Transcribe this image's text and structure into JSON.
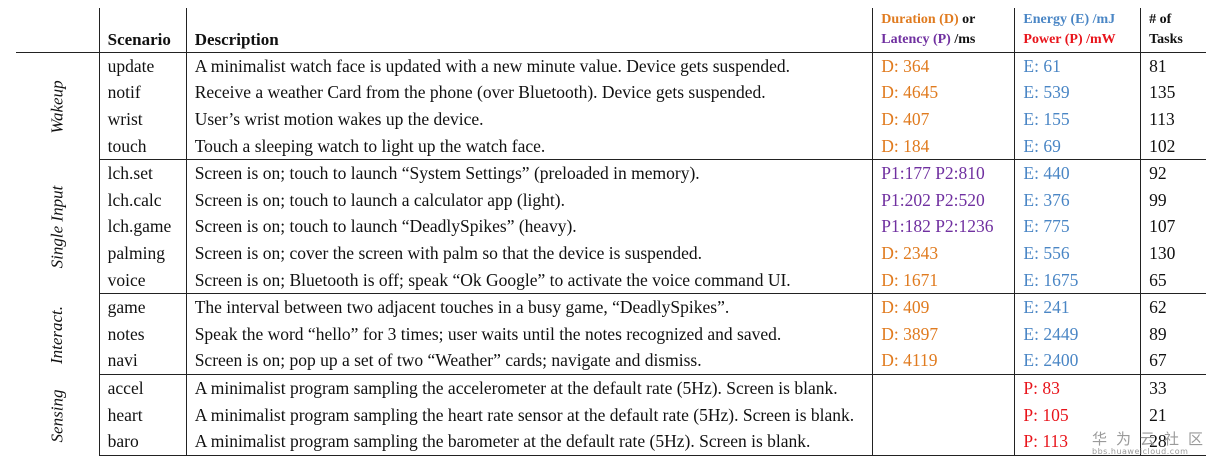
{
  "header": {
    "scenario": "Scenario",
    "description": "Description",
    "duration_line1": "Duration (D)",
    "duration_or": " or",
    "latency_line2": "Latency (P)",
    "latency_unit": " /ms",
    "energy_line1": "Energy (E) /mJ",
    "power_line2": "Power (P) /mW",
    "tasks_line1": "# of",
    "tasks_line2": "Tasks"
  },
  "colors": {
    "duration": "#e07b1f",
    "latency": "#7030a0",
    "energy": "#4a86c5",
    "power": "#e8141b"
  },
  "groups": [
    {
      "category": "Wakeup",
      "rows": [
        {
          "scenario": "update",
          "description": "A minimalist watch face is updated with a new minute value. Device gets suspended.",
          "metric": "D: 364",
          "metric_kind": "duration",
          "energy": "E: 61",
          "energy_kind": "energy",
          "tasks": "81"
        },
        {
          "scenario": "notif",
          "description": "Receive a weather Card from the phone (over Bluetooth). Device gets suspended.",
          "metric": "D: 4645",
          "metric_kind": "duration",
          "energy": "E: 539",
          "energy_kind": "energy",
          "tasks": "135"
        },
        {
          "scenario": "wrist",
          "description": "User’s wrist motion wakes up the device.",
          "metric": "D: 407",
          "metric_kind": "duration",
          "energy": "E: 155",
          "energy_kind": "energy",
          "tasks": "113"
        },
        {
          "scenario": "touch",
          "description": "Touch a sleeping watch to light up the watch face.",
          "metric": "D: 184",
          "metric_kind": "duration",
          "energy": "E: 69",
          "energy_kind": "energy",
          "tasks": "102"
        }
      ]
    },
    {
      "category": "Single Input",
      "rows": [
        {
          "scenario": "lch.set",
          "description": "Screen is on; touch to launch “System Settings” (preloaded in memory).",
          "metric": "P1:177  P2:810",
          "metric_kind": "latency",
          "energy": "E: 440",
          "energy_kind": "energy",
          "tasks": "92"
        },
        {
          "scenario": "lch.calc",
          "description": "Screen is on; touch to launch a calculator app (light).",
          "metric": "P1:202  P2:520",
          "metric_kind": "latency",
          "energy": "E: 376",
          "energy_kind": "energy",
          "tasks": "99"
        },
        {
          "scenario": "lch.game",
          "description": "Screen is on; touch to launch “DeadlySpikes” (heavy).",
          "metric": "P1:182  P2:1236",
          "metric_kind": "latency",
          "energy": "E: 775",
          "energy_kind": "energy",
          "tasks": "107"
        },
        {
          "scenario": "palming",
          "description": "Screen is on; cover the screen with palm so that the device is suspended.",
          "metric": "D: 2343",
          "metric_kind": "duration",
          "energy": "E: 556",
          "energy_kind": "energy",
          "tasks": "130"
        },
        {
          "scenario": "voice",
          "description": "Screen is on; Bluetooth is off; speak “Ok Google” to activate the voice command UI.",
          "metric": "D: 1671",
          "metric_kind": "duration",
          "energy": "E: 1675",
          "energy_kind": "energy",
          "tasks": "65"
        }
      ]
    },
    {
      "category": "Interact.",
      "rows": [
        {
          "scenario": "game",
          "description": "The interval between two adjacent touches in a busy game, “DeadlySpikes”.",
          "metric": "D: 409",
          "metric_kind": "duration",
          "energy": "E: 241",
          "energy_kind": "energy",
          "tasks": "62"
        },
        {
          "scenario": "notes",
          "description": "Speak the word “hello” for 3 times; user waits until the notes recognized and saved.",
          "metric": "D: 3897",
          "metric_kind": "duration",
          "energy": "E: 2449",
          "energy_kind": "energy",
          "tasks": "89"
        },
        {
          "scenario": "navi",
          "description": "Screen is on; pop up a set of two “Weather” cards; navigate and dismiss.",
          "metric": "D: 4119",
          "metric_kind": "duration",
          "energy": "E: 2400",
          "energy_kind": "energy",
          "tasks": "67"
        }
      ]
    },
    {
      "category": "Sensing",
      "rows": [
        {
          "scenario": "accel",
          "description": "A minimalist program sampling the accelerometer at the default rate (5Hz). Screen is blank.",
          "metric": "",
          "metric_kind": "duration",
          "energy": "P: 83",
          "energy_kind": "power",
          "tasks": "33"
        },
        {
          "scenario": "heart",
          "description": "A minimalist program sampling the heart rate sensor at the default rate (5Hz). Screen is blank.",
          "metric": "",
          "metric_kind": "duration",
          "energy": "P: 105",
          "energy_kind": "power",
          "tasks": "21"
        },
        {
          "scenario": "baro",
          "description": "A minimalist program sampling the barometer at the default rate (5Hz). Screen is blank.",
          "metric": "",
          "metric_kind": "duration",
          "energy": "P: 113",
          "energy_kind": "power",
          "tasks": "28"
        }
      ]
    }
  ],
  "watermark": {
    "text": "华为云社区",
    "sub": "bbs.huaweicloud.com"
  }
}
